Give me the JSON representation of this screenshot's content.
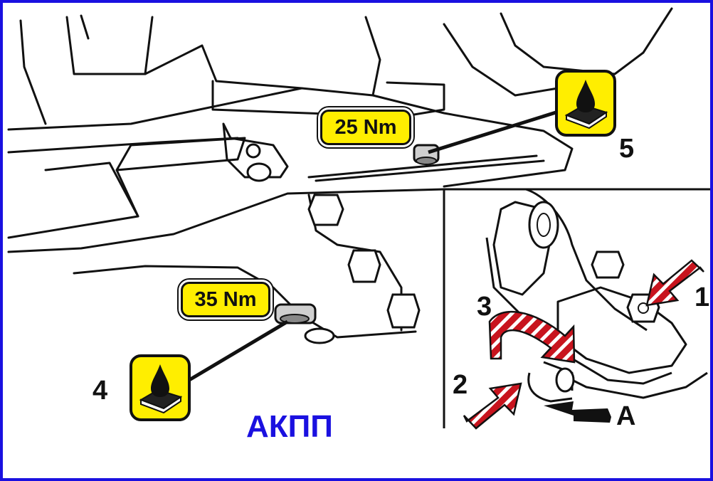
{
  "labels": {
    "torque_upper": "25 Nm",
    "torque_lower": "35 Nm",
    "callout_1": "1",
    "callout_2": "2",
    "callout_3": "3",
    "callout_4": "4",
    "callout_5": "5",
    "callout_a": "A",
    "caption": "АКПП"
  },
  "icons": {
    "fluid_fill": "oil-drop-icon",
    "arrow": "hatched-arrow-icon"
  },
  "colors": {
    "frame_border": "#1a10e0",
    "caption": "#1a10e0",
    "torque_badge": "#ffee00",
    "arrow_red": "#c8141e",
    "outline": "#111111"
  }
}
